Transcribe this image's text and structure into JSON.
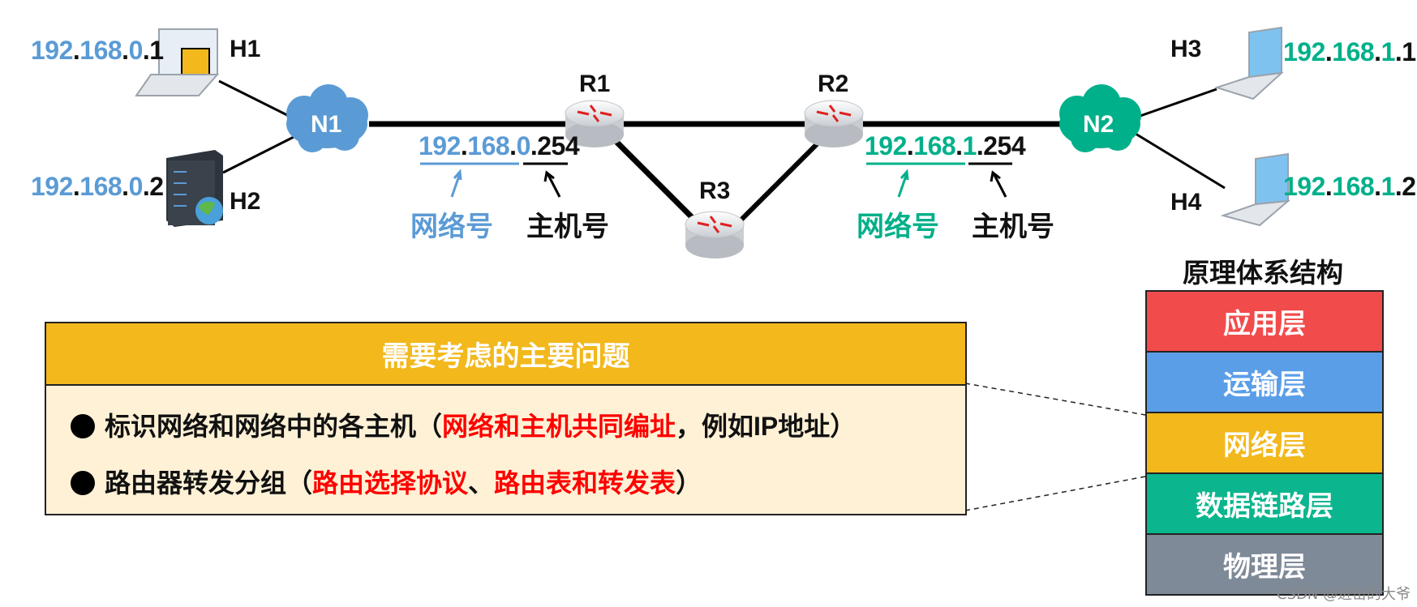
{
  "hosts": {
    "h1": {
      "label": "H1",
      "ip_net": "192.168.0.",
      "ip_host": "1"
    },
    "h2": {
      "label": "H2",
      "ip_net": "192.168.0.",
      "ip_host": "2"
    },
    "h3": {
      "label": "H3",
      "ip_net": "192.168.1.",
      "ip_host": "1"
    },
    "h4": {
      "label": "H4",
      "ip_net": "192.168.1.",
      "ip_host": "2"
    }
  },
  "networks": {
    "n1": "N1",
    "n2": "N2"
  },
  "routers": {
    "r1": "R1",
    "r2": "R2",
    "r3": "R3"
  },
  "left_iface": {
    "net_part_1": "192",
    "net_part_2": "168",
    "net_part_3": "0",
    "host_part": "254",
    "net_label": "网络号",
    "host_label": "主机号"
  },
  "right_iface": {
    "net_part_1": "192",
    "net_part_2": "168",
    "net_part_3": "1",
    "host_part": "254",
    "net_label": "网络号",
    "host_label": "主机号"
  },
  "h1_ip": {
    "a": "192",
    "b": "168",
    "c": "0",
    "d": "1"
  },
  "h2_ip": {
    "a": "192",
    "b": "168",
    "c": "0",
    "d": "2"
  },
  "h3_ip": {
    "a": "192",
    "b": "168",
    "c": "1",
    "d": "1"
  },
  "h4_ip": {
    "a": "192",
    "b": "168",
    "c": "1",
    "d": "2"
  },
  "architecture": {
    "title": "原理体系结构",
    "layers": [
      "应用层",
      "运输层",
      "网络层",
      "数据链路层",
      "物理层"
    ],
    "colors": [
      "#f24b4b",
      "#5b9ee8",
      "#f2b81c",
      "#0bb58d",
      "#7f8a98"
    ]
  },
  "issues": {
    "title": "需要考虑的主要问题",
    "item1_black": "标识网络和网络中的各主机（",
    "item1_red": "网络和主机共同编址",
    "item1_tail": "，例如IP地址）",
    "item2_black": "路由器转发分组（",
    "item2_red_a": "路由选择协议",
    "item2_sep": "、",
    "item2_red_b": "路由表和转发表",
    "item2_tail": "）"
  },
  "watermark": "CSDN @进击的大爷"
}
